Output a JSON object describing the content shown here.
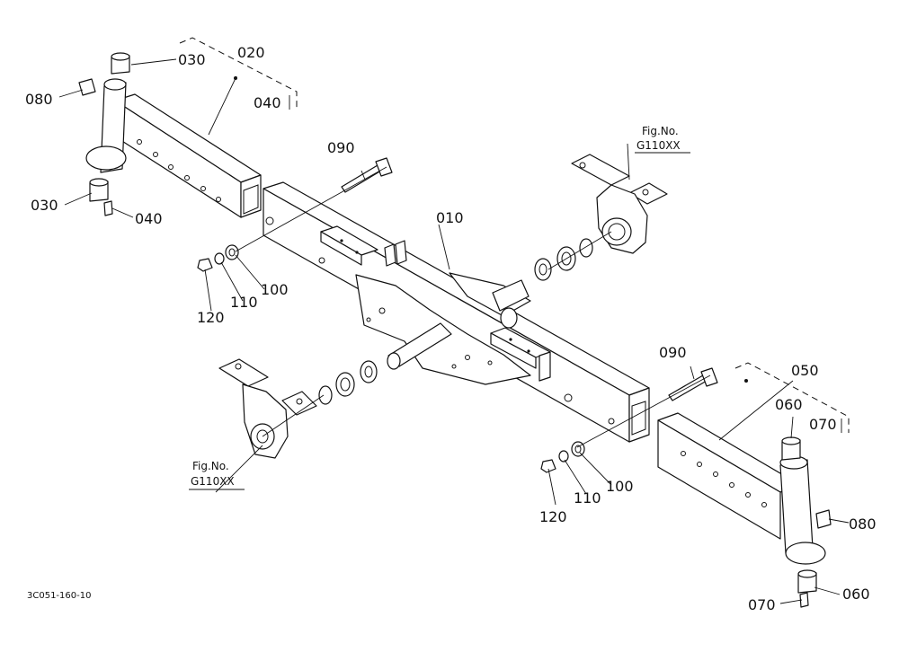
{
  "labels": {
    "p010": "010",
    "p020": "020",
    "p030a": "030",
    "p030b": "030",
    "p040a": "040",
    "p040b": "040",
    "p050": "050",
    "p060a": "060",
    "p060b": "060",
    "p070a": "070",
    "p070b": "070",
    "p080a": "080",
    "p080b": "080",
    "p090a": "090",
    "p090b": "090",
    "p100a": "100",
    "p100b": "100",
    "p110a": "110",
    "p110b": "110",
    "p120a": "120",
    "p120b": "120"
  },
  "figure_refs": {
    "right": {
      "line1": "Fig.No.",
      "line2": "G110XX"
    },
    "left": {
      "line1": "Fig.No.",
      "line2": "G110XX"
    }
  },
  "diagram_code": "3C051-160-10"
}
